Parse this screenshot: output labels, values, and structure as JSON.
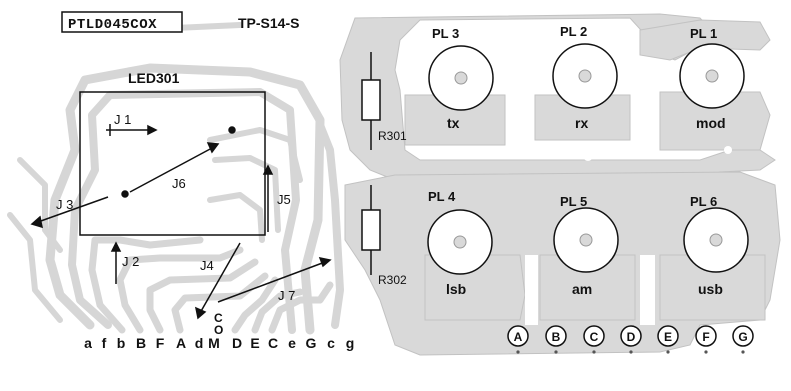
{
  "header": {
    "board_id": "PTLD045COX",
    "board_code": "TP-S14-S"
  },
  "led": {
    "label": "LED301"
  },
  "jumpers": {
    "j1": "J 1",
    "j2": "J 2",
    "j3": "J 3",
    "j4": "J4",
    "j5": "J5",
    "j6": "J6",
    "j7": "J 7"
  },
  "resistors": {
    "r301": "R301",
    "r302": "R302"
  },
  "connectors": [
    {
      "name": "PL 3",
      "signal": "tx"
    },
    {
      "name": "PL 2",
      "signal": "rx"
    },
    {
      "name": "PL 1",
      "signal": "mod"
    },
    {
      "name": "PL 4",
      "signal": "lsb"
    },
    {
      "name": "PL 5",
      "signal": "am"
    },
    {
      "name": "PL 6",
      "signal": "usb"
    }
  ],
  "edge_pads": [
    "a",
    "f",
    "b",
    "B",
    "F",
    "A",
    "d",
    "M",
    "D",
    "E",
    "C",
    "e",
    "G",
    "c",
    "g"
  ],
  "com_label": [
    "C",
    "O"
  ],
  "terminals": [
    "A",
    "B",
    "C",
    "D",
    "E",
    "F",
    "G"
  ],
  "colors": {
    "copper": "#d7d7d7",
    "copper_edge": "#bdbdbd",
    "background": "#ffffff",
    "ink": "#111111"
  }
}
